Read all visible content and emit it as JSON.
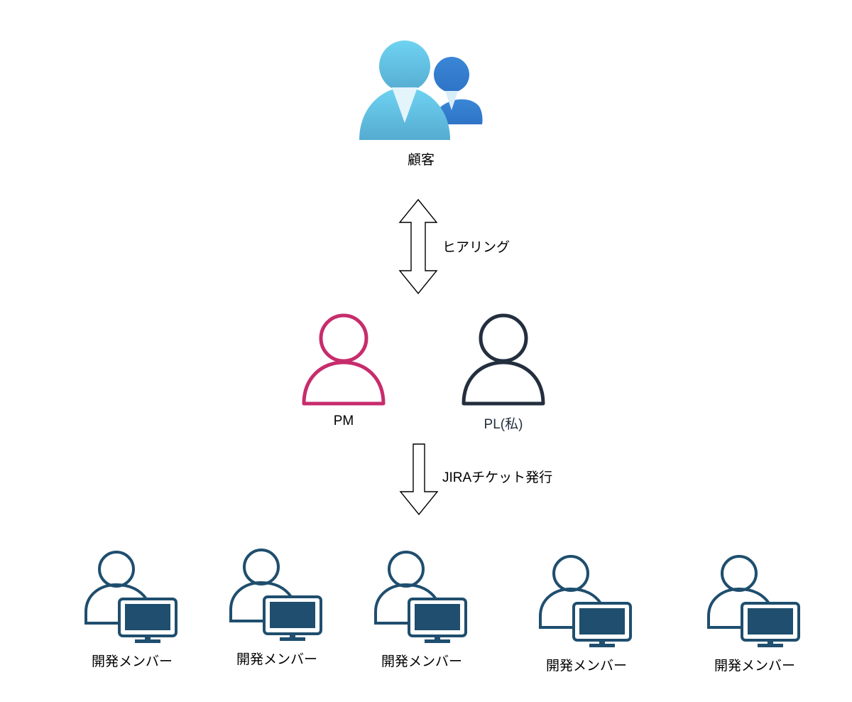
{
  "customer": {
    "label": "顧客"
  },
  "hearing": {
    "label": "ヒアリング"
  },
  "pm": {
    "label": "PM",
    "color": "#c72c6c"
  },
  "pl": {
    "label": "PL(私)",
    "color": "#232f3e"
  },
  "jira": {
    "label": "JIRAチケット発行"
  },
  "dev_color": "#1f4e6e",
  "developers": [
    {
      "label": "開発メンバー"
    },
    {
      "label": "開発メンバー"
    },
    {
      "label": "開発メンバー"
    },
    {
      "label": "開発メンバー"
    },
    {
      "label": "開発メンバー"
    }
  ]
}
